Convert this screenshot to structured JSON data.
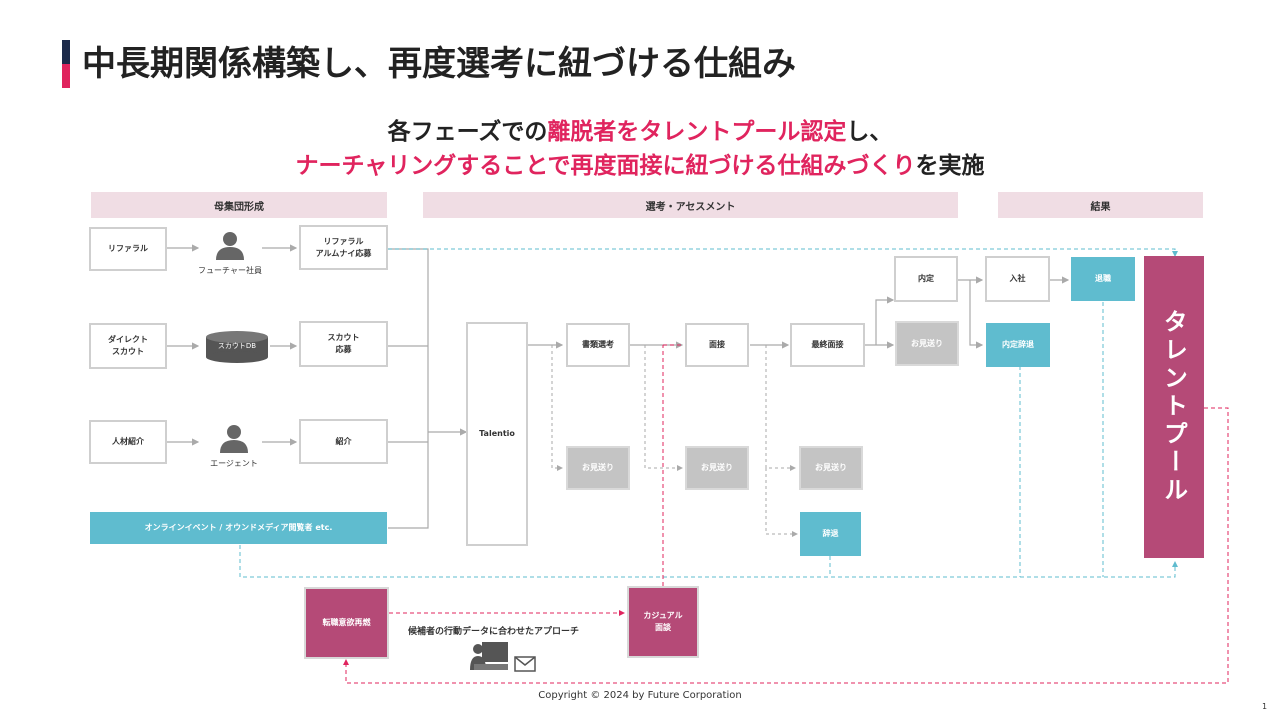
{
  "title": "中長期関係構築し、再度選考に紐づける仕組み",
  "headline": {
    "line1_pre": "各フェーズでの",
    "line1_hl": "離脱者をタレントプール認定",
    "line1_post": "し、",
    "line2_hl": "ナーチャリングすることで再度面接に紐づける仕組みづくり",
    "line2_post": "を実施"
  },
  "phases": {
    "p1": "母集団形成",
    "p2": "選考・アセスメント",
    "p3": "結果"
  },
  "sources": {
    "referral": "リファラル",
    "future_employee": "フューチャー社員",
    "referral_alumni_line1": "リファラル",
    "referral_alumni_line2": "アルムナイ応募",
    "direct_scout_line1": "ダイレクト",
    "direct_scout_line2": "スカウト",
    "scout_db": "スカウトDB",
    "scout_apply_line1": "スカウト",
    "scout_apply_line2": "応募",
    "agency": "人材紹介",
    "agent": "エージェント",
    "intro": "紹介",
    "online": "オンラインイベント / オウンドメディア閲覧者 etc."
  },
  "selection": {
    "talentio": "Talentio",
    "document": "書類選考",
    "interview": "面接",
    "final": "最終面接",
    "decline": "お見送り",
    "withdraw": "辞退"
  },
  "result": {
    "offer": "内定",
    "join": "入社",
    "resign": "退職",
    "offer_decline": "内定辞退",
    "decline": "お見送り"
  },
  "pool": "タレントプール",
  "nurture": {
    "job_change": "転職意欲再燃",
    "approach": "候補者の行動データに合わせたアプローチ",
    "casual_line1": "カジュアル",
    "casual_line2": "面談"
  },
  "footer": {
    "copyright": "Copyright © 2024 by Future Corporation",
    "page": "1"
  },
  "colors": {
    "accent": "#e0245e",
    "navy": "#1c2a4a",
    "pool": "#b54a77",
    "blue": "#5fbccf",
    "gray": "#c4c4c4",
    "phase_bg": "#f0dde4"
  }
}
